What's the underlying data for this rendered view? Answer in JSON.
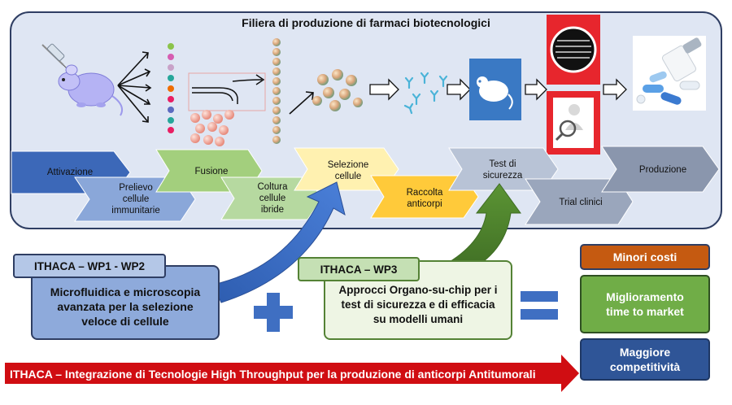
{
  "title": "Filiera di produzione di farmaci biotecnologici",
  "steps": {
    "attivazione": "Attivazione",
    "prelievo": [
      "Prelievo",
      "cellule",
      "immunitarie"
    ],
    "fusione": "Fusione",
    "coltura": [
      "Coltura",
      "cellule",
      "ibride"
    ],
    "selezione": [
      "Selezione",
      "cellule"
    ],
    "raccolta": [
      "Raccolta",
      "anticorpi"
    ],
    "test": [
      "Test di",
      "sicurezza"
    ],
    "trial": "Trial clinici",
    "produzione": "Produzione"
  },
  "wp1": {
    "tag": "ITHACA – WP1 - WP2",
    "lines": [
      "Microfluidica e microscopia",
      "avanzata per la selezione",
      "veloce di cellule"
    ]
  },
  "wp3": {
    "tag": "ITHACA – WP3",
    "lines": [
      "Approcci Organo-su-chip per i",
      "test di sicurezza e di efficacia",
      "su modelli umani"
    ]
  },
  "results": {
    "costi": "Minori costi",
    "time": [
      "Miglioramento",
      "time to market"
    ],
    "competitivita": [
      "Maggiore",
      "competitività"
    ]
  },
  "footer": "ITHACA – Integrazione di Tecnologie High Throughput per la produzione di anticorpi Antitumorali",
  "colors": {
    "panel": "#dfe6f3",
    "blue_dark": "#4472c4",
    "green": "#70ad47",
    "orange": "#c55a11",
    "red": "#c00000",
    "navy": "#2f5597"
  }
}
